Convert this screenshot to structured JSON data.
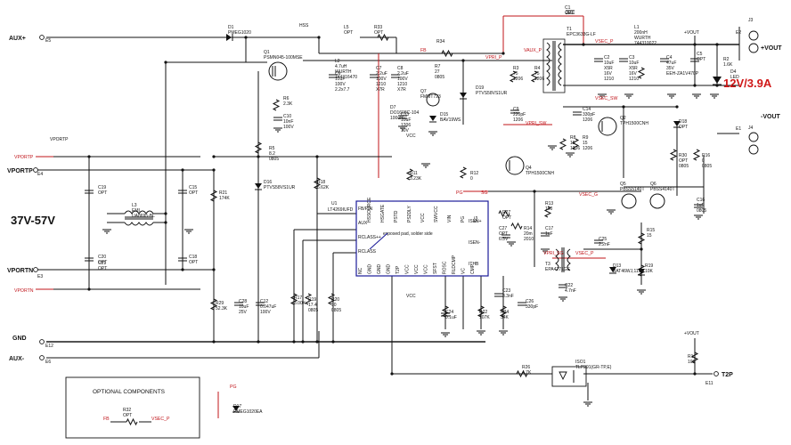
{
  "ports": {
    "aux_plus": "AUX+",
    "aux_minus": "AUX-",
    "vportp": "VPORTP",
    "vportn": "VPORTN",
    "gnd": "GND",
    "vout_plus": "+VOUT",
    "vout_minus": "-VOUT",
    "t2p": "T2P"
  },
  "ratings": {
    "input_range": "37V-57V",
    "output": "12V/3.9A"
  },
  "nets": {
    "vportp": "VPORTP",
    "vportn": "VPORTN",
    "vpri_p": "VPRI_P",
    "vaux_p": "VAUX_P",
    "vsec_p": "VSEC_P",
    "vsec_sw": "VSEC_SW",
    "vpri_sw": "VPRI_SW",
    "vsec_g": "VSEC_G",
    "vpri_sg": "VPRI_SG",
    "vsec_p_bottom": "VSEC_P",
    "fb": "FB",
    "sg": "SG",
    "pg": "PG",
    "hss": "HSS",
    "vcc": "VCC",
    "vout": "+VOUT"
  },
  "components": {
    "d1": [
      "D1",
      "PMEG1020"
    ],
    "q1": [
      "Q1",
      "PSMN045-100MSE"
    ],
    "l5": [
      "L5",
      "OPT"
    ],
    "r33": [
      "R33",
      "OPT"
    ],
    "r34": [
      "R34"
    ],
    "l2": [
      "L2",
      "4.7uH",
      "WURTH",
      "744316470"
    ],
    "c6": [
      "C6",
      "10uF",
      "100V",
      "2.2x7.7"
    ],
    "c7": [
      "C7",
      "2.2uF",
      "100V",
      "1210",
      "X7R"
    ],
    "c8": [
      "C8",
      "2.2uF",
      "100V",
      "1210",
      "X7R"
    ],
    "r7": [
      "R7",
      "27",
      "0805"
    ],
    "q7": [
      "Q7",
      "FMMT723"
    ],
    "d7": [
      "D7",
      "DO1608C-104",
      "100uH"
    ],
    "c13": [
      "C13",
      "10uF",
      "1206",
      "10V"
    ],
    "d15": [
      "D15",
      "BAV19WS"
    ],
    "d19": [
      "D19",
      "PTVS58VS1UR"
    ],
    "r6": [
      "R6",
      "2.3K"
    ],
    "c10": [
      "C10",
      "10nF",
      "100V"
    ],
    "r5": [
      "R5",
      "8.2",
      "0805"
    ],
    "d16": [
      "D16",
      "PTVS58VS1UR"
    ],
    "r18": [
      "R18",
      "5.62K"
    ],
    "r21": [
      "R21",
      "174K"
    ],
    "r11": [
      "R11",
      "3.23K"
    ],
    "r12": [
      "R12",
      "0"
    ],
    "c19": [
      "C19",
      "OPT"
    ],
    "c15": [
      "C15",
      "OPT"
    ],
    "c20": [
      "C20",
      "OPT"
    ],
    "c21": [
      "C21",
      "OPT"
    ],
    "c18": [
      "C18",
      "OPT"
    ],
    "l3": [
      "L3",
      "EMI",
      "UA8695-BL"
    ],
    "c1": [
      "C1",
      "OPT"
    ],
    "t1": [
      "T1",
      "EPC3633G-LF"
    ],
    "r3": [
      "R3",
      "75",
      "1206"
    ],
    "r4": [
      "R4",
      "75",
      "1206"
    ],
    "c9": [
      "C9",
      "220pF",
      "1206"
    ],
    "q4": [
      "Q4",
      "TPH1500CNH"
    ],
    "c3": [
      "C3",
      "10uF",
      "X5R",
      "16V",
      "1210"
    ],
    "c2": [
      "C2",
      "10uF",
      "X5R",
      "16V",
      "1210"
    ],
    "l1": [
      "L1",
      "200nH",
      "WURTH",
      "744310022"
    ],
    "c4": [
      "C4",
      "47uF",
      "35V",
      "EEH-ZA1V470P"
    ],
    "c5": [
      "C5",
      "OPT"
    ],
    "r2": [
      "R2",
      "1.6K"
    ],
    "d4": [
      "D4",
      "LED"
    ],
    "c14": [
      "C14",
      "330pF",
      "1206"
    ],
    "q2": [
      "Q2",
      "TPH1500CNH"
    ],
    "r8": [
      "R8",
      "15",
      "1206"
    ],
    "r9": [
      "R9",
      "15",
      "1206"
    ],
    "d18": [
      "D18",
      "OPT"
    ],
    "r30": [
      "R30",
      "OPT",
      "0805"
    ],
    "r16": [
      "R16",
      "0",
      "0805"
    ],
    "q5": [
      "Q5",
      "PBSS5140T"
    ],
    "q6": [
      "Q6",
      "PBSS4140T"
    ],
    "c16": [
      "C16",
      "1uF",
      "0805"
    ],
    "r15": [
      "R15",
      "15"
    ],
    "r13": [
      "R13",
      "100"
    ],
    "c17": [
      "C17",
      "1uF"
    ],
    "r27": [
      "R27",
      "OPT"
    ],
    "r14": [
      "R14",
      "20m",
      "2010"
    ],
    "c27": [
      "C27",
      "OPT",
      "6.3V"
    ],
    "t3": [
      "T3",
      "EPA4271GE"
    ],
    "c25": [
      "C25",
      "2.2nF"
    ],
    "d13": [
      "D13",
      "BAT46WJ,115"
    ],
    "r19": [
      "R19",
      "10K"
    ],
    "c22": [
      "C22",
      "4.7nF"
    ],
    "c23": [
      "C23",
      "3.3nF"
    ],
    "c26": [
      "C26",
      "330pF"
    ],
    "c24": [
      "C24",
      "0.1uF"
    ],
    "r22": [
      "R22",
      "107K"
    ],
    "r24": [
      "R24",
      "34K"
    ],
    "r29": [
      "R29",
      "52.3K"
    ],
    "c28": [
      "C28",
      "10uF",
      "25V"
    ],
    "c12": [
      "C12",
      "0.047uF",
      "100V"
    ],
    "r17": [
      "R17",
      "3.00K"
    ],
    "r9b": [
      "R19",
      "17.4",
      "0805"
    ],
    "r20": [
      "R20",
      "90",
      "0805"
    ],
    "r26": [
      "R26",
      "4.7K"
    ],
    "iso1": [
      "ISO1",
      "TLP291(GR-TP,E)"
    ],
    "r1": [
      "R1",
      "10K"
    ],
    "r32": [
      "R32",
      "OPT"
    ],
    "d17": [
      "D17",
      "PMEG1020EA"
    ]
  },
  "ic": {
    "ref": "U1",
    "part": "LT4269IUFD",
    "pad_note": "exposed pad, solder side",
    "left_pins": [
      "FB/PIN",
      "AUX",
      "RCLASS++",
      "RCLASS"
    ],
    "top_pins": [
      "HSSOURCE",
      "HSGATE",
      "PSTD",
      "PS2DLY",
      "VCC",
      "SWVCC",
      "VIN",
      "PG",
      "SG"
    ],
    "right_pins": [
      "ISEN+",
      "ISEN-",
      "ITHB"
    ],
    "bottom_pins": [
      "NC",
      "GND",
      "GND",
      "GND",
      "T2P",
      "VCC",
      "VCC",
      "VCC",
      "SFST",
      "ROSC",
      "RLDCMP",
      "VC",
      "CMP"
    ]
  },
  "ports_e": {
    "e1": "E1",
    "e2": "E2",
    "e3": "E3",
    "e4": "E4",
    "e5": "E5",
    "e6": "E6",
    "e11": "E11",
    "e12": "E12",
    "j3": "J3",
    "j4": "J4"
  },
  "optional": {
    "title": "OPTIONAL COMPONENTS",
    "fb": "FB",
    "vsec_p": "VSEC_P",
    "pg": "PG"
  },
  "colors": {
    "wire": "#111111",
    "net_label": "#c0141a",
    "ic_outline": "#1d1d9a",
    "output_rating": "#d01818"
  }
}
